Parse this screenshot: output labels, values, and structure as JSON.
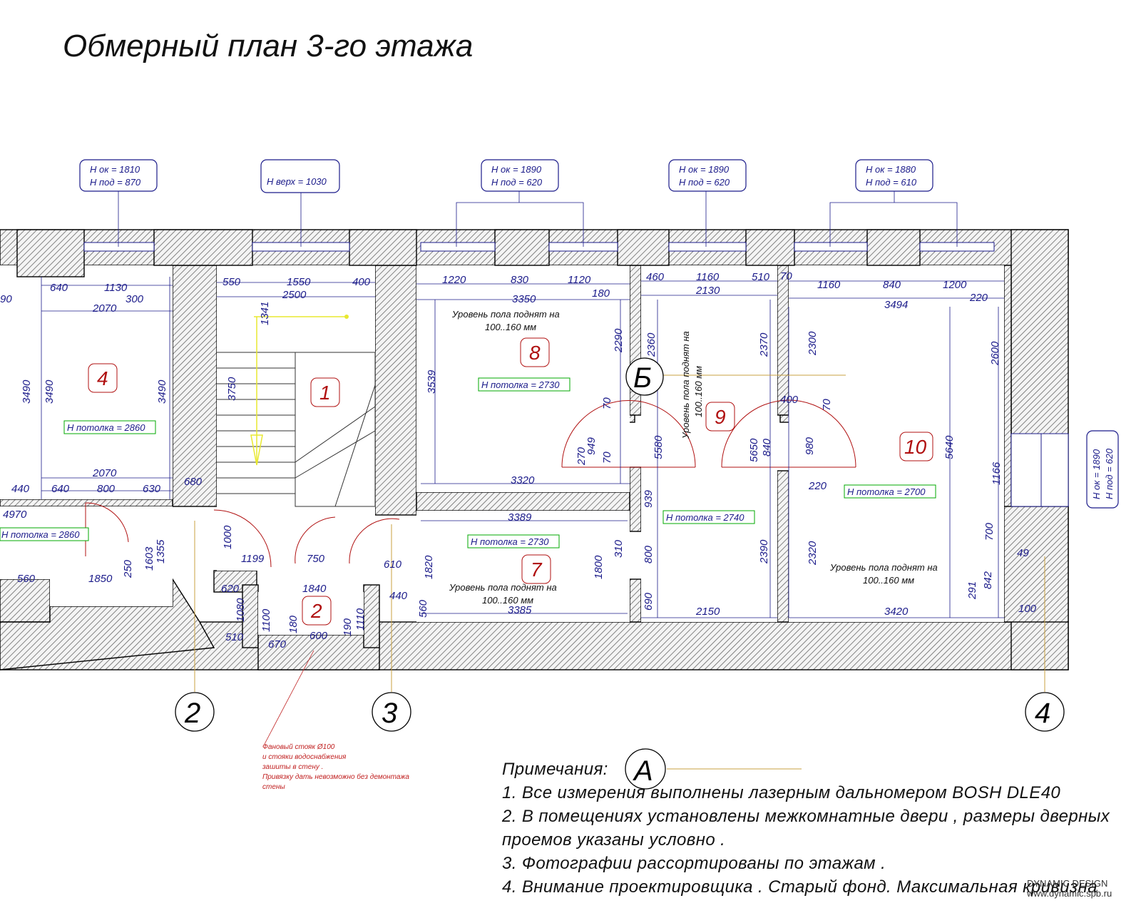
{
  "title": "Обмерный план 3-го этажа",
  "window_tags": [
    {
      "l1": "Н ок = 1810",
      "l2": "Н под = 870"
    },
    {
      "l1": "Н верх = 1030",
      "l2": ""
    },
    {
      "l1": "Н ок = 1890",
      "l2": "Н под = 620"
    },
    {
      "l1": "Н ок = 1890",
      "l2": "Н под = 620"
    },
    {
      "l1": "Н ок = 1880",
      "l2": "Н под = 610"
    },
    {
      "l1": "Н ок = 1890",
      "l2": "Н под = 620"
    }
  ],
  "rooms": [
    "4",
    "1",
    "8",
    "9",
    "10",
    "2",
    "7"
  ],
  "ceilings": [
    "Н потолка = 2860",
    "Н потолка = 2730",
    "Н потолка = 2740",
    "Н потолка = 2700",
    "Н потолка = 2860",
    "Н потолка = 2730"
  ],
  "floor_notes": {
    "r8_1": "Уровень пола поднят на",
    "r8_2": "100..160 мм",
    "r9_1": "Уровень пола поднят на",
    "r9_2": "100..160 мм",
    "r10_1": "Уровень пола поднят на",
    "r10_2": "100..160 мм",
    "r7_1": "Уровень пола поднят на",
    "r7_2": "100..160 мм"
  },
  "dims": {
    "d640a": "640",
    "d1130": "1130",
    "d300": "300",
    "d2070a": "2070",
    "d90": "90",
    "d3490a": "3490",
    "d3490b": "3490",
    "d3490c": "3490",
    "d2070b": "2070",
    "d440": "440",
    "d640b": "640",
    "d800": "800",
    "d630": "630",
    "d680": "680",
    "d4970": "4970",
    "d560a": "560",
    "d1850": "1850",
    "d250": "250",
    "d1603": "1603",
    "d1355": "1355",
    "d550": "550",
    "d1550": "1550",
    "d400a": "400",
    "d2500": "2500",
    "d1341": "1341",
    "d3750": "3750",
    "d1000": "1000",
    "d1199": "1199",
    "d750": "750",
    "d610": "610",
    "d620": "620",
    "d1840": "1840",
    "d1080": "1080",
    "d1100": "1100",
    "d180": "180",
    "d190": "190",
    "d1110": "1110",
    "d510a": "510",
    "d670": "670",
    "d600": "600",
    "d440b": "440",
    "d560b": "560",
    "d1220": "1220",
    "d830": "830",
    "d1120": "1120",
    "d3350": "3350",
    "d180b": "180",
    "d2290": "2290",
    "d3539": "3539",
    "d3320": "3320",
    "d70a": "70",
    "d949": "949",
    "d270": "270",
    "d70b": "70",
    "d3389": "3389",
    "d1820": "1820",
    "d1800": "1800",
    "d310": "310",
    "d3385": "3385",
    "d460": "460",
    "d1160a": "1160",
    "d510b": "510",
    "d2130": "2130",
    "d2360": "2360",
    "d2370": "2370",
    "d5580": "5580",
    "d5650": "5650",
    "d840a": "840",
    "d939": "939",
    "d800b": "800",
    "d2390": "2390",
    "d690": "690",
    "d2150": "2150",
    "d70c": "70",
    "d1160b": "1160",
    "d840b": "840",
    "d1200": "1200",
    "d3494": "3494",
    "d220a": "220",
    "d2300": "2300",
    "d2600": "2600",
    "d400b": "400",
    "d70d": "70",
    "d980": "980",
    "d220b": "220",
    "d5640": "5640",
    "d1166": "1166",
    "d700": "700",
    "d49": "49",
    "d842": "842",
    "d2320": "2320",
    "d291": "291",
    "d3420": "3420",
    "d100": "100"
  },
  "axes": [
    "2",
    "3",
    "4",
    "Б",
    "А"
  ],
  "riser_note": [
    "Фановый стояк Ø100",
    "и стояки водоснабжения",
    "зашиты в стену .",
    "Привязку дать невозможно без демонтажа",
    "стены"
  ],
  "notes_title": "Примечания:",
  "notes": [
    "1. Все измерения выполнены лазерным дальномером  BOSH DLE40",
    "2. В помещениях установлены межкомнатные двери , размеры дверных",
    "проемов указаны условно .",
    "3. Фотографии рассортированы по этажам .",
    "4. Внимание проектировщика . Старый фонд. Максимальная кривизна"
  ],
  "brand": {
    "name": "DYNAMIC DESIGN",
    "url": "www.dynamic.spb.ru"
  }
}
